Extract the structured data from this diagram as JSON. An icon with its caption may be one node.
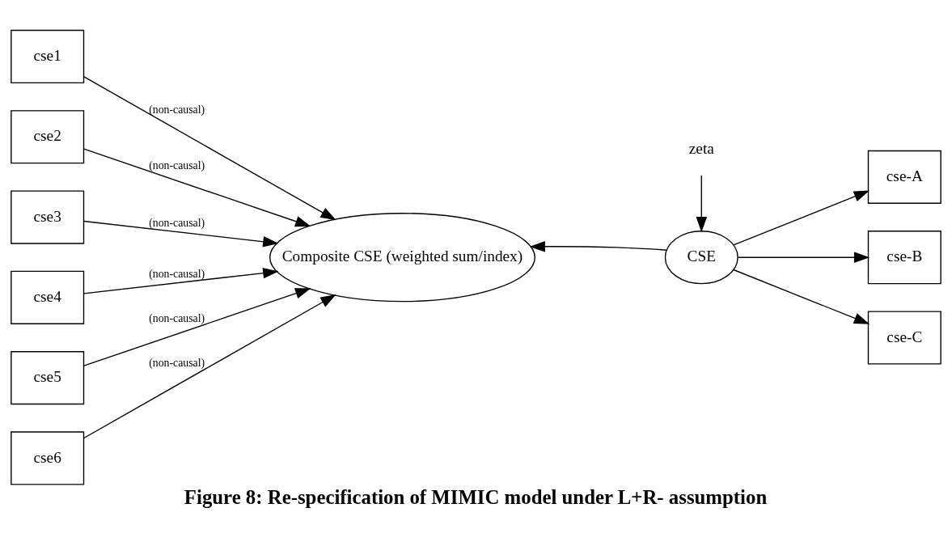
{
  "diagram": {
    "caption": "Figure 8: Re-specification of MIMIC model under L+R- assumption",
    "nodes": [
      {
        "text": [
          "cse1"
        ]
      },
      {
        "text": [
          "cse2"
        ]
      },
      {
        "text": [
          "cse3"
        ]
      },
      {
        "text": [
          "cse4"
        ]
      },
      {
        "text": [
          "cse5"
        ]
      },
      {
        "text": [
          "cse6"
        ]
      },
      {
        "text": [
          "Composite CSE (weighted sum/index)"
        ]
      },
      {
        "text": [
          "zeta"
        ]
      },
      {
        "text": [
          "CSE"
        ]
      },
      {
        "text": [
          "cse-A"
        ]
      },
      {
        "text": [
          "cse-B"
        ]
      },
      {
        "text": [
          "cse-C"
        ]
      }
    ],
    "edges": [
      {
        "from": 0,
        "to": 6,
        "arrow": "to",
        "label": "(non-causal)"
      },
      {
        "from": 1,
        "to": 6,
        "arrow": "to",
        "label": "(non-causal)"
      },
      {
        "from": 2,
        "to": 6,
        "arrow": "to",
        "label": "(non-causal)"
      },
      {
        "from": 3,
        "to": 6,
        "arrow": "to",
        "label": "(non-causal)"
      },
      {
        "from": 4,
        "to": 6,
        "arrow": "to",
        "label": "(non-causal)"
      },
      {
        "from": 5,
        "to": 6,
        "arrow": "to",
        "label": "(non-causal)"
      },
      {
        "from": 7,
        "to": 8,
        "arrow": "to"
      },
      {
        "from": 8,
        "to": 6,
        "arrow": "to"
      },
      {
        "from": 8,
        "to": 9,
        "arrow": "to"
      },
      {
        "from": 8,
        "to": 10,
        "arrow": "to"
      },
      {
        "from": 8,
        "to": 11,
        "arrow": "to"
      }
    ]
  }
}
